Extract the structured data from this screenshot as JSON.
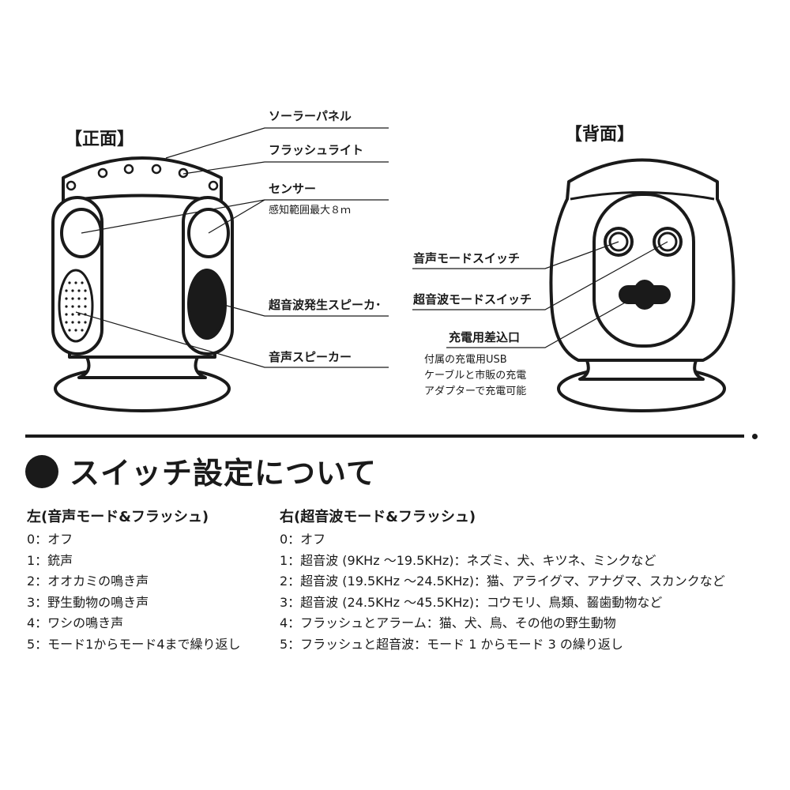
{
  "diagram": {
    "front_heading": "【正面】",
    "back_heading": "【背面】",
    "front_labels": {
      "solar_panel": "ソーラーパネル",
      "flash_light": "フラッシュライト",
      "sensor": "センサー",
      "sensor_range": "感知範囲最大８ｍ",
      "ultrasonic_speaker": "超音波発生スピーカ･",
      "voice_speaker": "音声スピーカー"
    },
    "back_labels": {
      "voice_mode_switch": "音声モードスイッチ",
      "ultrasonic_mode_switch": "超音波モードスイッチ",
      "charging_port": "充電用差込口",
      "charging_note": [
        "付属の充電用USB",
        "ケーブルと市販の充電",
        "アダプターで充電可能"
      ]
    }
  },
  "switch_section": {
    "title": "スイッチ設定について",
    "left": {
      "heading": "左(音声モード&フラッシュ)",
      "items": [
        "0：オフ",
        "1：銃声",
        "2：オオカミの鳴き声",
        "3：野生動物の鳴き声",
        "4：ワシの鳴き声",
        "5：モード1からモード4まで繰り返し"
      ]
    },
    "right": {
      "heading": "右(超音波モード&フラッシュ)",
      "items": [
        "0：オフ",
        "1：超音波 (9KHz ～19.5KHz)：ネズミ、犬、キツネ、ミンクなど",
        "2：超音波 (19.5KHz ～24.5KHz)：猫、アライグマ、アナグマ、スカンクなど",
        "3：超音波 (24.5KHz ～45.5KHz)：コウモリ、鳥類、齧歯動物など",
        "4：フラッシュとアラーム：猫、犬、鳥、その他の野生動物",
        "5：フラッシュと超音波：モード 1 からモード 3 の繰り返し"
      ]
    }
  }
}
